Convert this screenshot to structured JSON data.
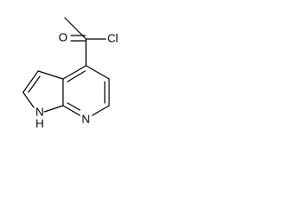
{
  "molecule": {
    "atoms": {
      "oxygen": "O",
      "chlorine": "Cl",
      "n_pyridine": "N",
      "n_pyrrole": "N",
      "h_pyrrole": "H"
    }
  }
}
